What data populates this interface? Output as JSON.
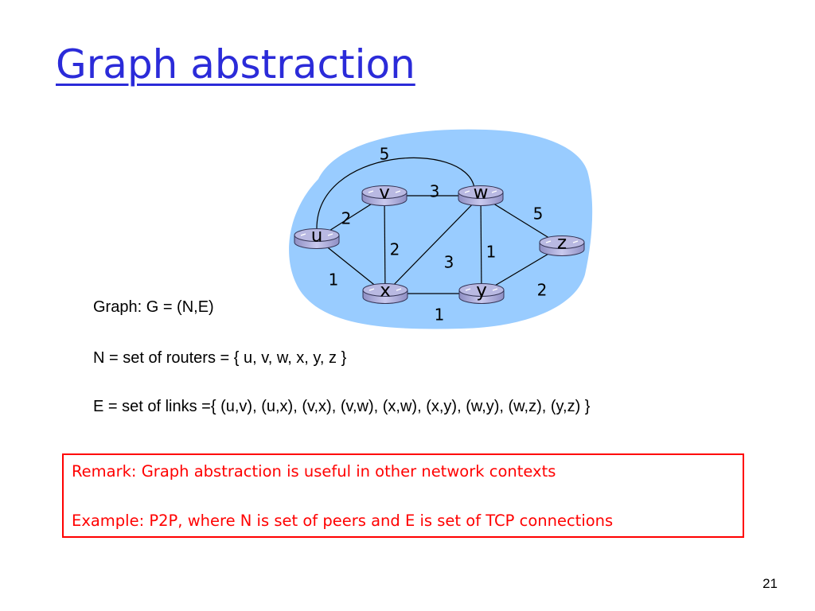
{
  "slide": {
    "title": "Graph abstraction",
    "page_number": "21"
  },
  "graph": {
    "nodes": [
      {
        "id": "u",
        "label": "u"
      },
      {
        "id": "v",
        "label": "v"
      },
      {
        "id": "w",
        "label": "w"
      },
      {
        "id": "x",
        "label": "x"
      },
      {
        "id": "y",
        "label": "y"
      },
      {
        "id": "z",
        "label": "z"
      }
    ],
    "edges": [
      {
        "from": "u",
        "to": "v",
        "weight": "2"
      },
      {
        "from": "u",
        "to": "x",
        "weight": "1"
      },
      {
        "from": "v",
        "to": "x",
        "weight": "2"
      },
      {
        "from": "v",
        "to": "w",
        "weight": "3"
      },
      {
        "from": "x",
        "to": "w",
        "weight": "3"
      },
      {
        "from": "x",
        "to": "y",
        "weight": "1"
      },
      {
        "from": "w",
        "to": "y",
        "weight": "1"
      },
      {
        "from": "w",
        "to": "z",
        "weight": "5"
      },
      {
        "from": "y",
        "to": "z",
        "weight": "2"
      },
      {
        "from": "u",
        "to": "w",
        "weight": "5"
      }
    ],
    "colors": {
      "cloud": "#99ccff",
      "router": "#b9b9e2",
      "edge": "#000000"
    }
  },
  "definitions": {
    "graph": "Graph: G = (N,E)",
    "nodes": "N = set of routers = { u, v, w, x, y, z }",
    "edges": "E = set of links ={ (u,v), (u,x), (v,x), (v,w), (x,w), (x,y), (w,y), (w,z), (y,z) }"
  },
  "remark": {
    "line1": "Remark: Graph abstraction is useful in other network contexts",
    "line2": "Example: P2P, where N is set of peers and E is set of TCP connections"
  }
}
